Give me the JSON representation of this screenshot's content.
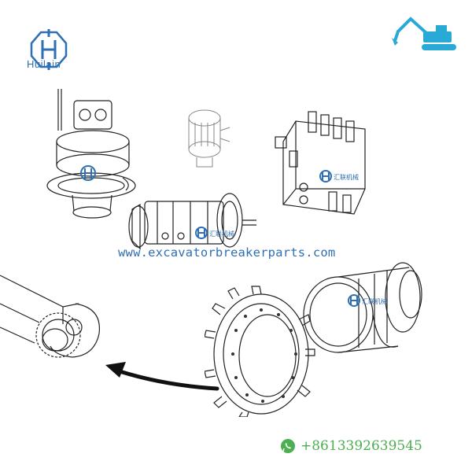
{
  "brand": {
    "logo_text": "Huilain",
    "watermark_text": "汇联机械"
  },
  "website": "www.excavatorbreakerparts.com",
  "contact": {
    "phone": "+8613392639545",
    "icon": "whatsapp-icon"
  },
  "colors": {
    "brand_blue": "#2f6fb3",
    "whatsapp_green": "#4caf50",
    "excavator_cyan": "#29a9d6"
  }
}
